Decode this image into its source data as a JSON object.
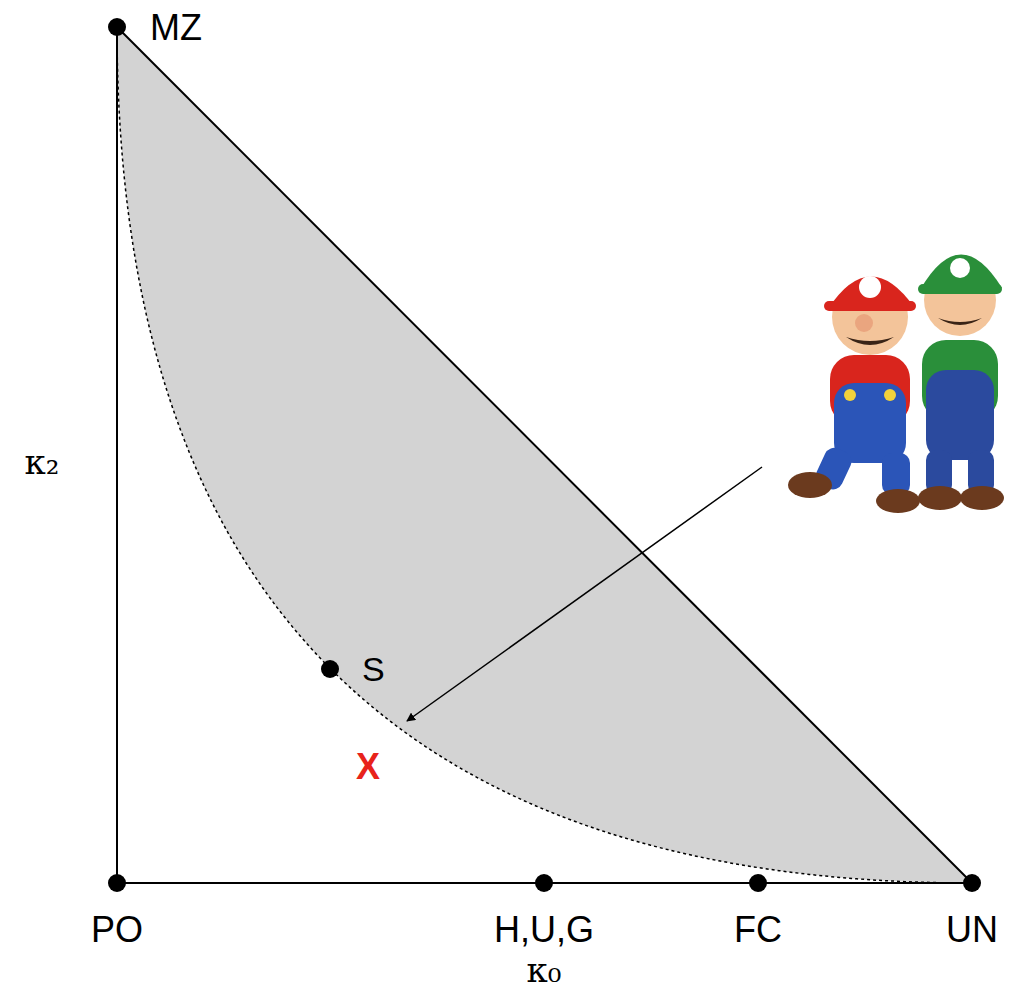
{
  "diagram": {
    "labels": [
      "MZ",
      "κ₂",
      "S",
      "X",
      "PO",
      "H,U,G",
      "FC",
      "UN",
      "κ₀"
    ]
  }
}
